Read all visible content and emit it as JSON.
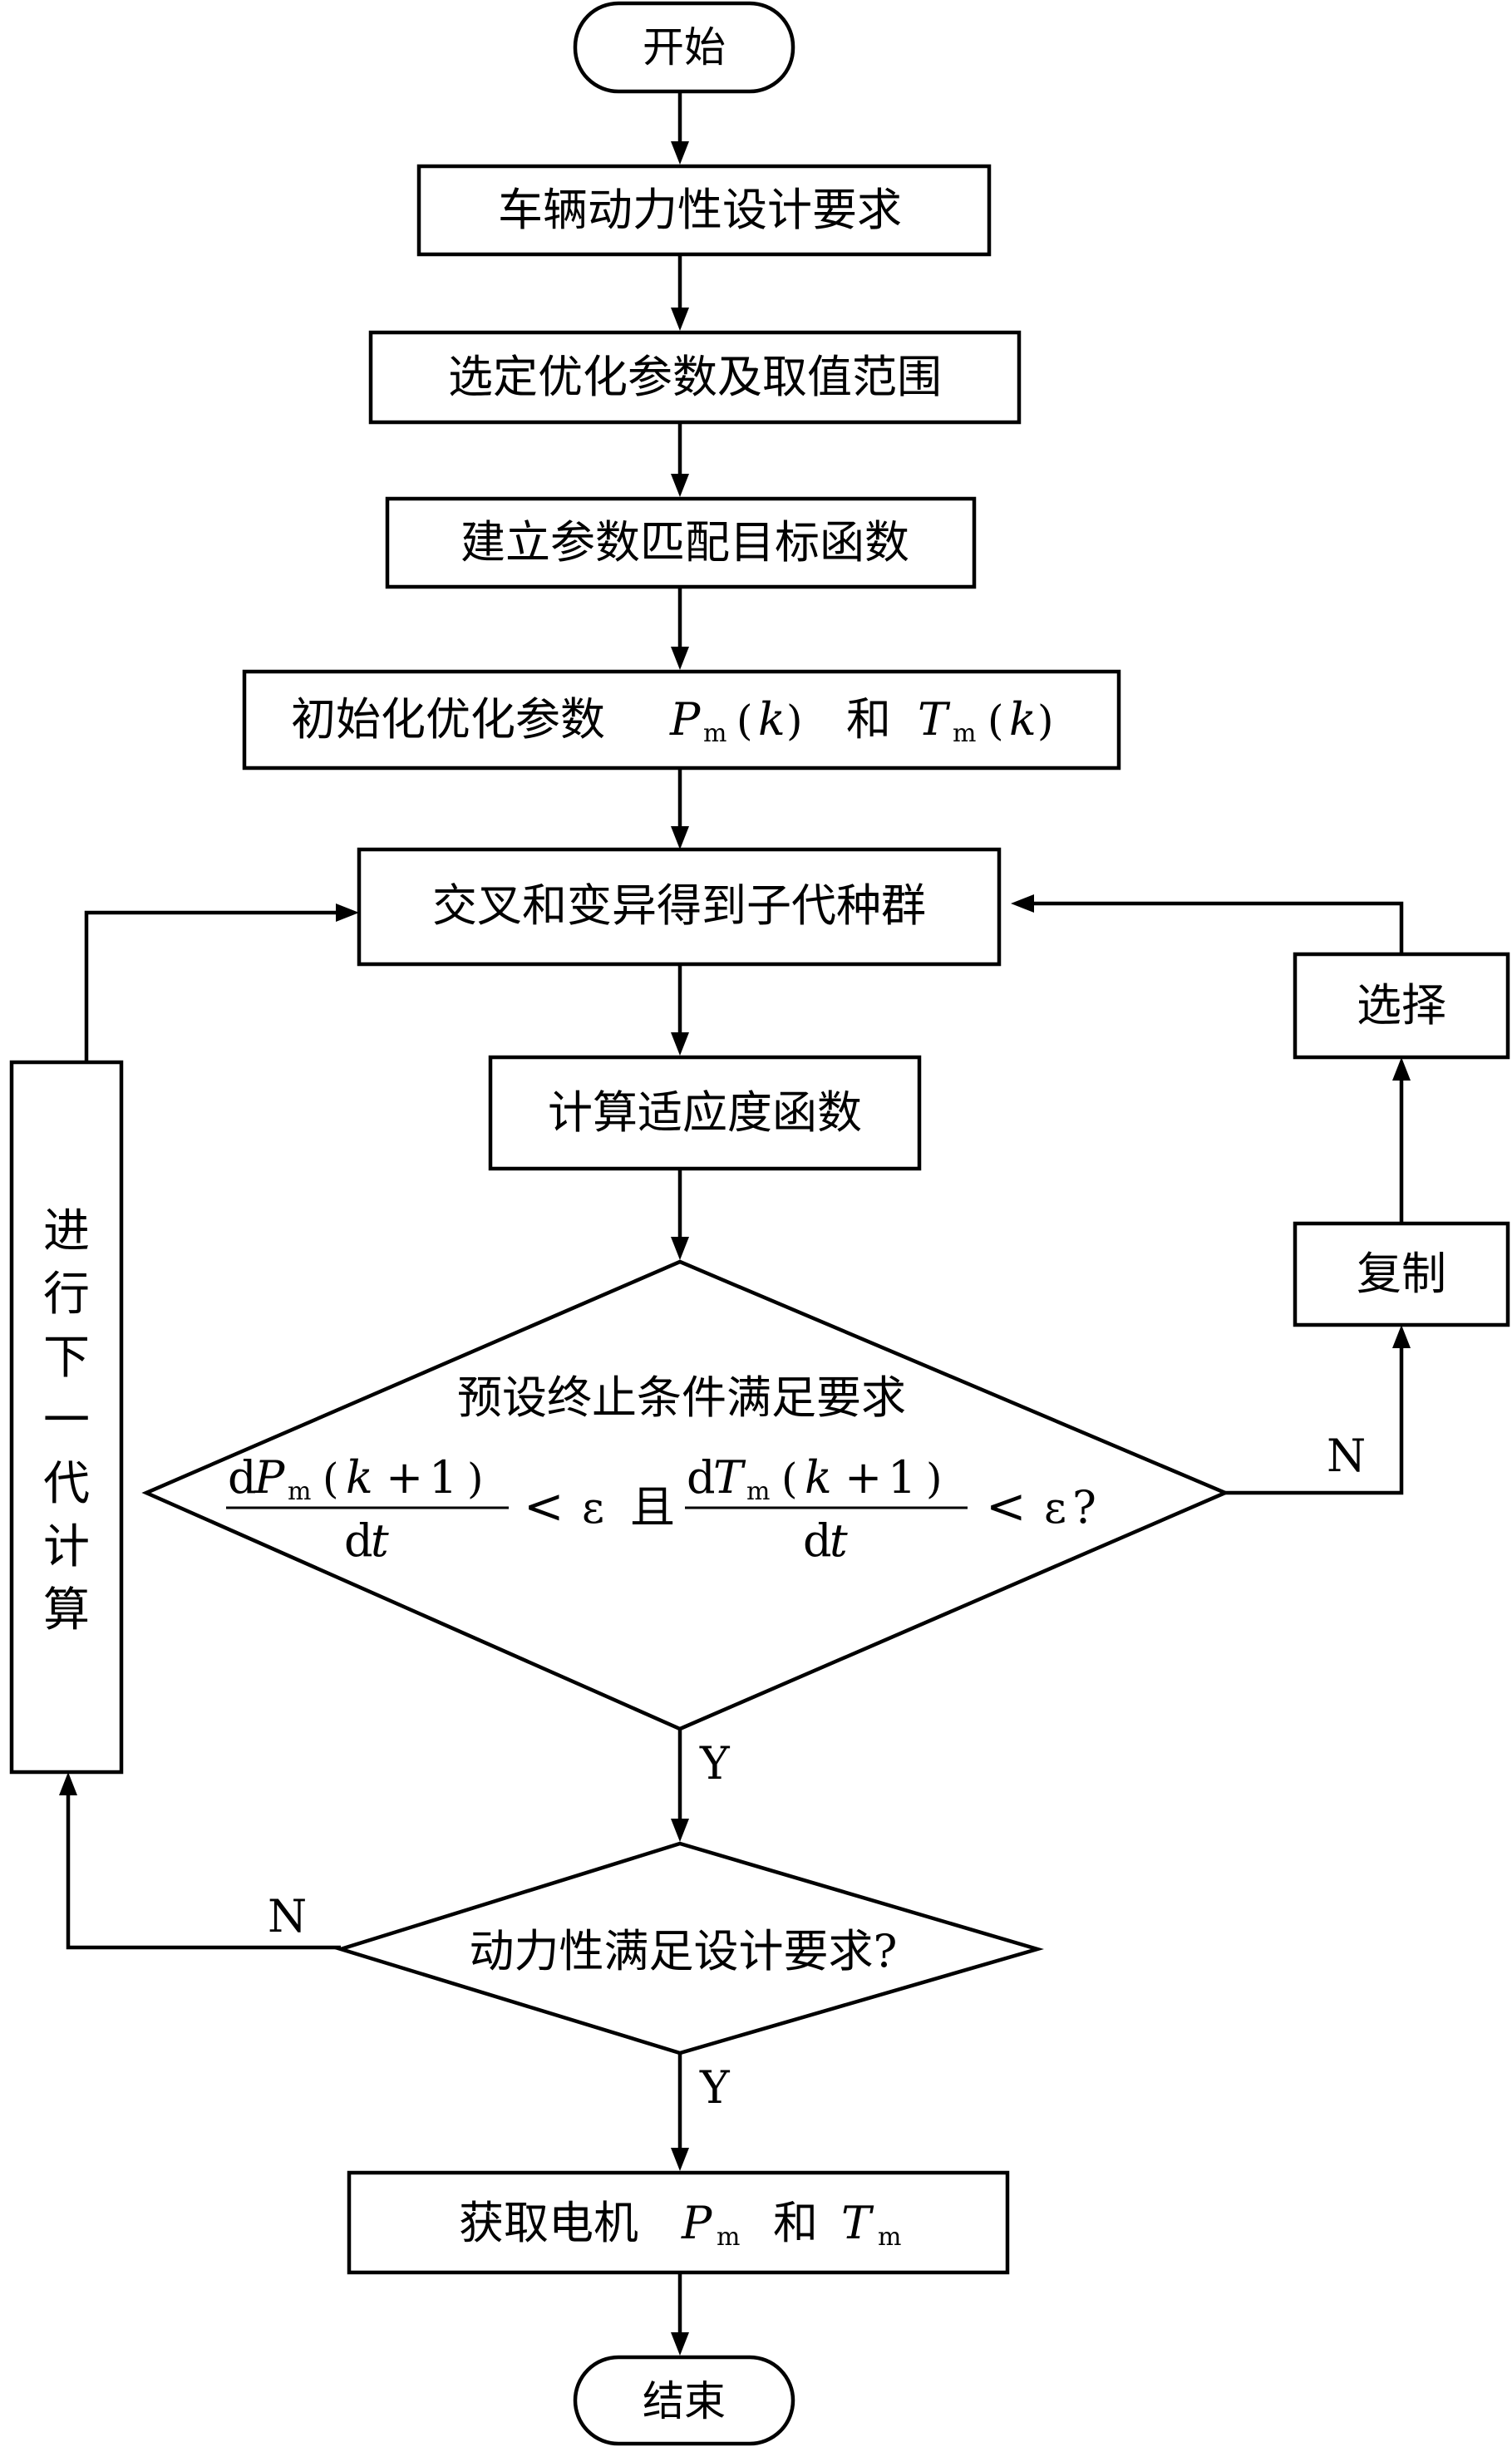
{
  "flowchart": {
    "start": "开始",
    "end": "结束",
    "steps": {
      "design_requirements": "车辆动力性设计要求",
      "select_params": "选定优化参数及取值范围",
      "objective_function": "建立参数匹配目标函数",
      "init_prefix": "初始化优化参数",
      "init_and": "和",
      "crossover_mutation": "交叉和变异得到子代种群",
      "fitness": "计算适应度函数",
      "copy": "复制",
      "select": "选择",
      "obtain_prefix": "获取电机",
      "obtain_and": "和"
    },
    "decisions": {
      "termination_title": "预设终止条件满足要求",
      "termination_and": "且",
      "performance": "动力性满足设计要求?"
    },
    "side_label_chars": [
      "进",
      "行",
      "下",
      "一",
      "代",
      "计",
      "算"
    ],
    "branch_labels": {
      "term_no": "N",
      "term_yes": "Y",
      "perf_no": "N",
      "perf_yes": "Y"
    },
    "math": {
      "P": "P",
      "T": "T",
      "m": "m",
      "k": "k",
      "d": "d",
      "t": "t",
      "plus": "+",
      "one": "1",
      "lparen": "(",
      "rparen": ")",
      "less": "<",
      "epsilon": "ε",
      "question": "?"
    }
  }
}
